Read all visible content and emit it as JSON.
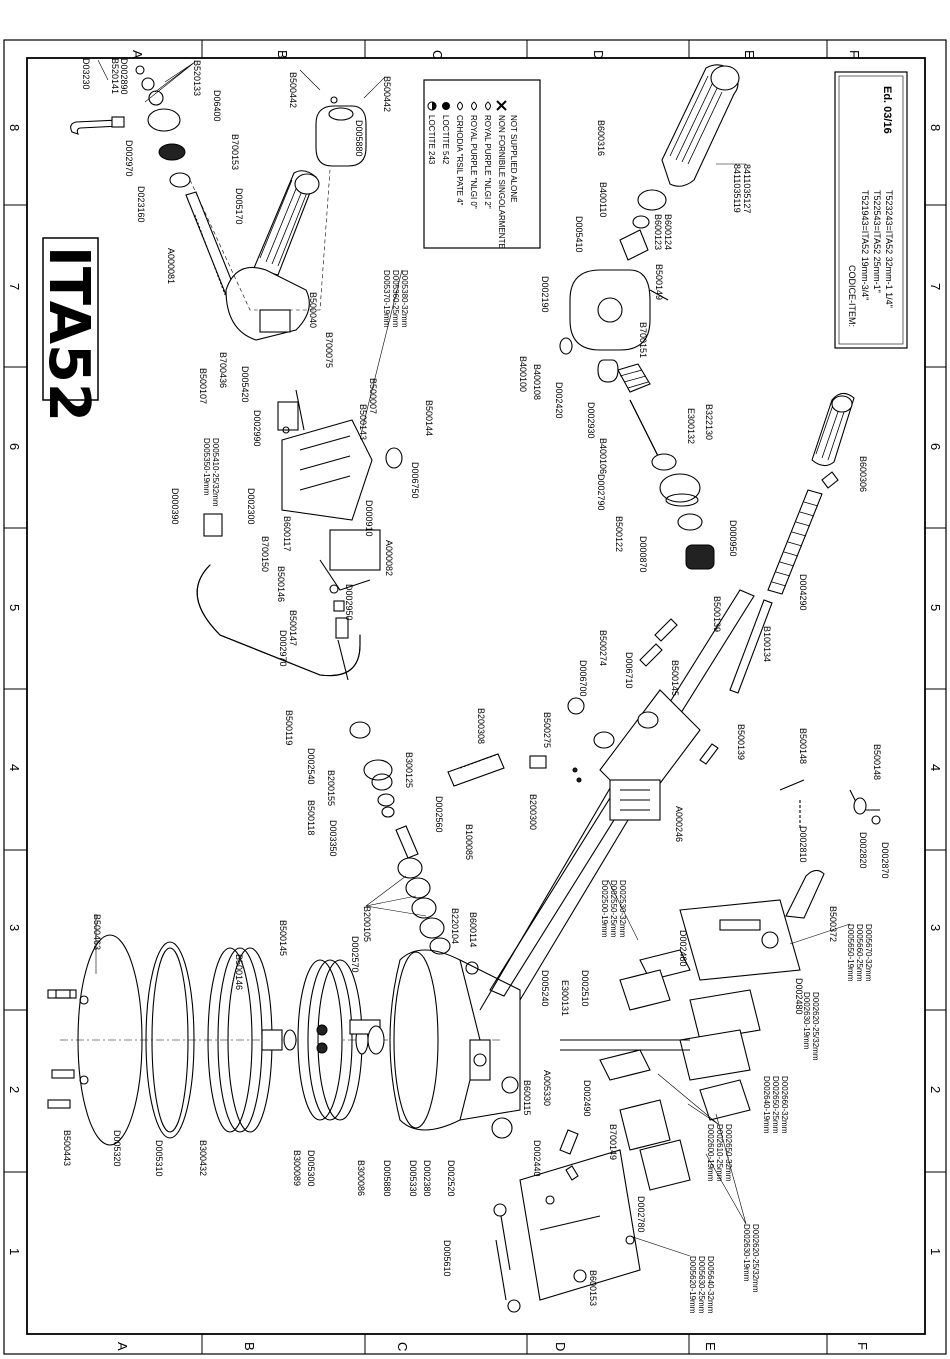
{
  "title": "ITA52",
  "zones": {
    "top": [
      "A",
      "B",
      "C",
      "D",
      "E",
      "F"
    ],
    "bottom": [
      "A",
      "B",
      "C",
      "D",
      "E",
      "F"
    ],
    "left": [
      "8",
      "7",
      "6",
      "5",
      "4",
      "3",
      "2",
      "1"
    ],
    "right": [
      "8",
      "7",
      "6",
      "5",
      "4",
      "3",
      "2",
      "1"
    ]
  },
  "legend": {
    "items": [
      {
        "symbol": "half-circle",
        "text": "LOCTITE 243"
      },
      {
        "symbol": "filled-circle",
        "text": "LOCTITE 542"
      },
      {
        "symbol": "drop-1",
        "text": "CRHODIA \"RSIL PATE 4\""
      },
      {
        "symbol": "drop-2",
        "text": "ROYAL PURPLE \"NLGI 0\""
      },
      {
        "symbol": "drop-3",
        "text": "ROYAL PURPLE \"NLGI 2\""
      },
      {
        "symbol": "cross",
        "text": "NON FORNIBILE SINGOLARMENTE"
      },
      {
        "symbol": "none",
        "text": "NOT SUPPLIED ALONE"
      }
    ]
  },
  "codes": {
    "header": "CODICE-ITEM:",
    "lines": [
      "T521943=ITA52  19mm-3/4\"",
      "T522543=ITA52  25mm-1\"",
      "T523243=ITA52  32mm-1 1/4\""
    ],
    "edition": "Ed. 03/16"
  },
  "part_numbers": {
    "handle_a": [
      "8411035119",
      "8411035127"
    ],
    "labels": {
      "d03230": "D03230",
      "b520141": "B520141",
      "d002890": "D002890",
      "b520133": "B520133",
      "d06400": "D06400",
      "d002970": "D002970",
      "b700153": "B700153",
      "d023160": "D023160",
      "d005170": "D005170",
      "a000081": "A000081",
      "b500442a": "B500442",
      "b500442b": "B500442",
      "d005880": "D005880",
      "b600316": "B600316",
      "b400110": "B400110",
      "b600123": "B600123",
      "b600124": "B600124",
      "d005410": "D005410",
      "d002190": "D002190",
      "b500149": "B500149",
      "b700151": "B700151",
      "b400100": "B400100",
      "b400108": "B400108",
      "d002420": "D002420",
      "d002930": "D002930",
      "e300132": "E300132",
      "b400106": "B400106",
      "b322130": "B322130",
      "d002790": "D002790",
      "b500122": "B500122",
      "d000870": "D000870",
      "d000950": "D000950",
      "b700075": "B700075",
      "b500040": "B500040",
      "d005370": "D005370-19mm",
      "d005360": "D005360-25mm",
      "d005380": "D005380-32mm",
      "b500007": "B500007",
      "b500143": "B500143",
      "b500144": "B500144",
      "b500107": "B500107",
      "b700436": "B700436",
      "d005420": "D005420",
      "d002990": "D002990",
      "d005350": "D005350-19mm",
      "d005410b": "D005410-25/32mm",
      "d006750": "D006750",
      "d000390": "D000390",
      "d002300": "D002300",
      "b700150": "B700150",
      "b600117": "B600117",
      "d000910": "D000910",
      "b500146": "B500146",
      "b500147": "B500147",
      "d002950": "D002950",
      "a000082": "A000082",
      "d002970b": "D002970",
      "b600306": "B600306",
      "d004290": "D004290",
      "b100134": "B100134",
      "b500139a": "B500139",
      "b500274": "B500274",
      "d006700": "D006700",
      "b500275": "B500275",
      "d006710": "D006710",
      "b500145a": "B500145",
      "b500139b": "B500139",
      "b200308": "B200308",
      "b200300": "B200300",
      "a000246": "A000246",
      "b500148a": "B500148",
      "b500148b": "B500148",
      "d002810": "D002810",
      "d002820": "D002820",
      "d002870": "D002870",
      "b500119": "B500119",
      "d002540": "D002540",
      "b300125": "B300125",
      "b200155": "B200155",
      "b500118": "B500118",
      "d002560": "D002560",
      "d003350": "D003350",
      "b100085": "B100085",
      "b200105": "B200105",
      "b220104": "B220104",
      "b600114": "B600114",
      "d002570": "D002570",
      "b500463": "B500463",
      "b500146b": "B500146",
      "b500145b": "B500145",
      "b500443": "B500443",
      "d005320": "D005320",
      "d005310": "D005310",
      "b300432": "B300432",
      "b300089": "B300089",
      "d005300": "D005300",
      "b300086": "B300086",
      "d005880b": "D005880",
      "d005330": "D005330",
      "d002380": "D002380",
      "d002520": "D002520",
      "d005240": "D005240",
      "e300131": "E300131",
      "d002510": "D002510",
      "a005330": "A005330",
      "d002490": "D002490",
      "b600115": "B600115",
      "d002440": "D002440",
      "b700149": "B700149",
      "d002500": "D002500-19mm",
      "d002550": "D002550-25mm",
      "d002530": "D002530-32mm",
      "d002480a": "D002480",
      "d002480b": "D002480",
      "d002600": "D002600-19mm",
      "d002610": "D002610-25mm",
      "d002650": "D002650-32mm",
      "b500372": "B500372",
      "d005650": "D005650-19mm",
      "d005660": "D005660-25mm",
      "d005670": "D005670-32mm",
      "d002630": "D002630-19mm",
      "d002620": "D002620-25/32mm",
      "d002640": "D002640-19mm",
      "d002650b": "D002650-25mm",
      "d002660": "D002660-32mm",
      "d002780": "D002780",
      "d002630b": "D002630-19mm",
      "d002620b": "D002620-25/32mm",
      "d005620": "D005620-19mm",
      "d005630": "D005630-25mm",
      "d005640": "D005640-32mm",
      "b600153": "B600153",
      "d005610": "D005610"
    }
  }
}
